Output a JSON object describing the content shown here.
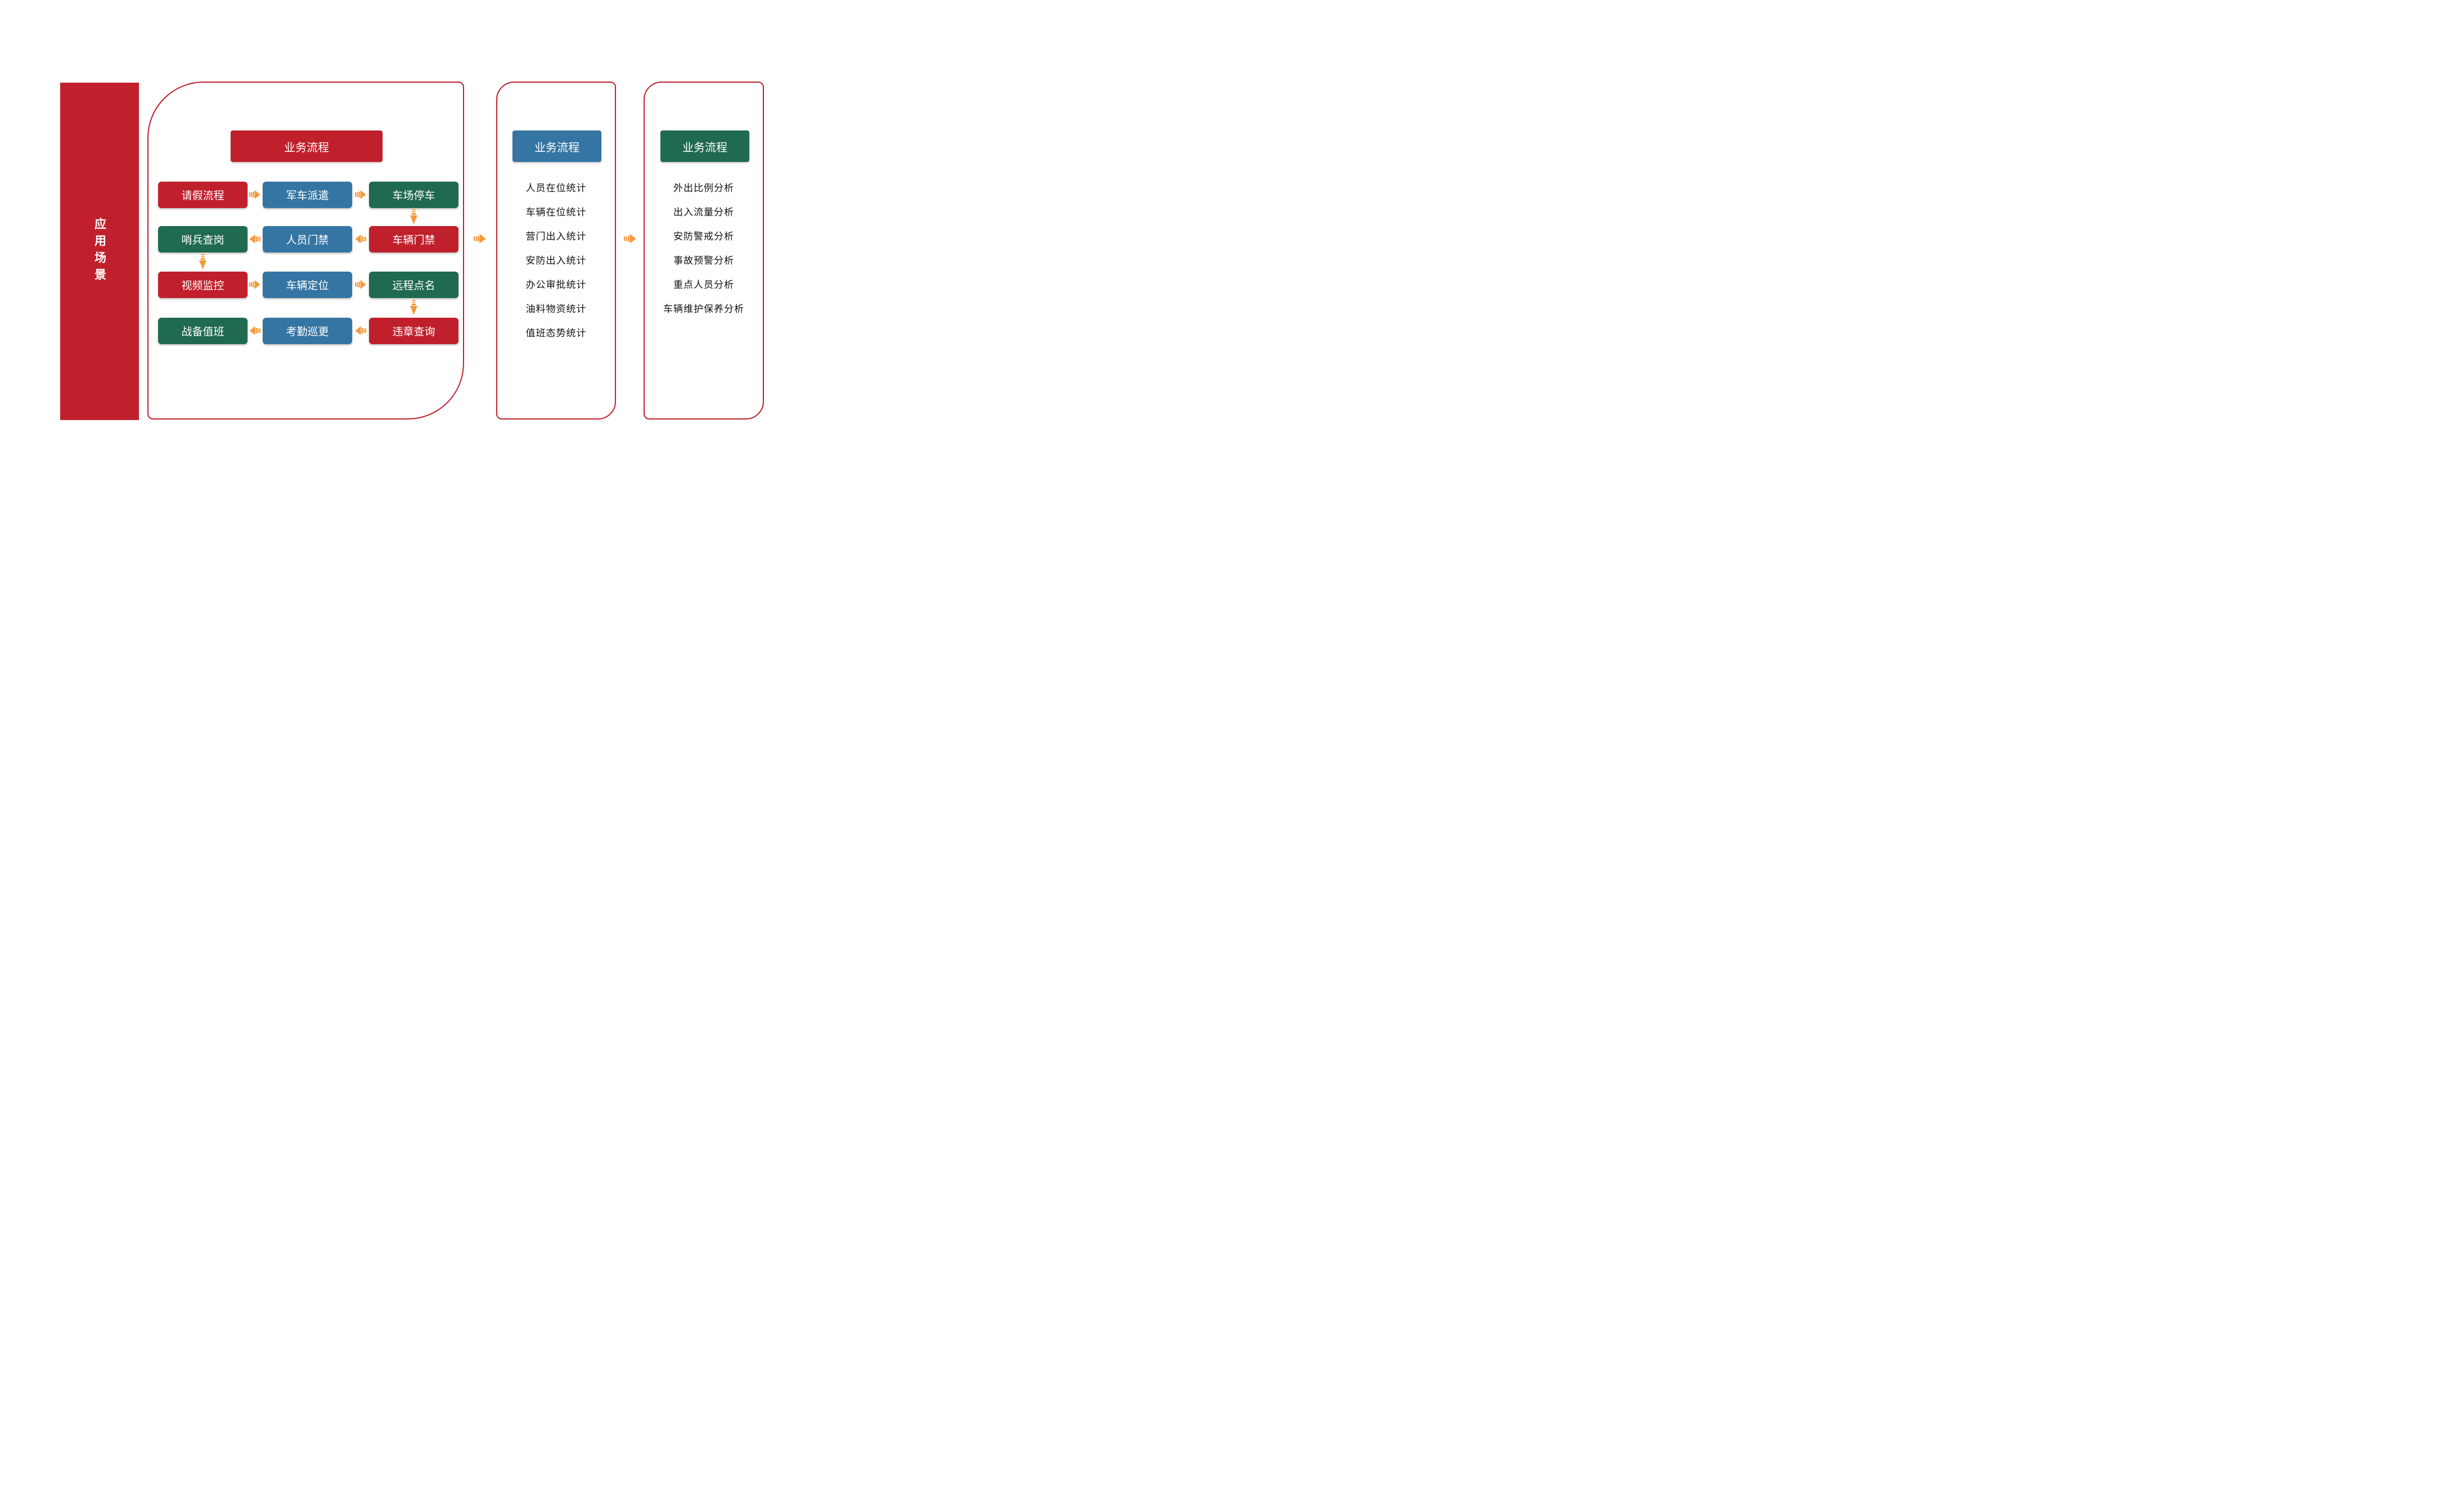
{
  "colors": {
    "red": "#C0202C",
    "blue": "#3575A3",
    "green": "#206A50",
    "orange": "#F49A3C",
    "list_text": "#111111"
  },
  "left_bar": {
    "label": "应用场景"
  },
  "panel1": {
    "header": "业务流程",
    "boxes": [
      {
        "label": "请假流程",
        "color": "red"
      },
      {
        "label": "军车派遣",
        "color": "blue"
      },
      {
        "label": "车场停车",
        "color": "green"
      },
      {
        "label": "哨兵查岗",
        "color": "green"
      },
      {
        "label": "人员门禁",
        "color": "blue"
      },
      {
        "label": "车辆门禁",
        "color": "red"
      },
      {
        "label": "视频监控",
        "color": "red"
      },
      {
        "label": "车辆定位",
        "color": "blue"
      },
      {
        "label": "远程点名",
        "color": "green"
      },
      {
        "label": "战备值班",
        "color": "green"
      },
      {
        "label": "考勤巡更",
        "color": "blue"
      },
      {
        "label": "违章查询",
        "color": "red"
      }
    ],
    "flow_order": [
      "请假流程 → 军车派遣 → 车场停车",
      "车场停车 ↓ 车辆门禁",
      "车辆门禁 → 人员门禁 → 哨兵查岗",
      "哨兵查岗 ↓ 视频监控",
      "视频监控 → 车辆定位 → 远程点名",
      "远程点名 ↓ 违章查询",
      "违章查询 → 考勤巡更 → 战备值班"
    ]
  },
  "panel2": {
    "header": "业务流程",
    "items": [
      "人员在位统计",
      "车辆在位统计",
      "营门出入统计",
      "安防出入统计",
      "办公审批统计",
      "油料物资统计",
      "值班态势统计"
    ]
  },
  "panel3": {
    "header": "业务流程",
    "items": [
      "外出比例分析",
      "出入流量分析",
      "安防警戒分析",
      "事故预警分析",
      "重点人员分析",
      "车辆维护保养分析"
    ]
  }
}
